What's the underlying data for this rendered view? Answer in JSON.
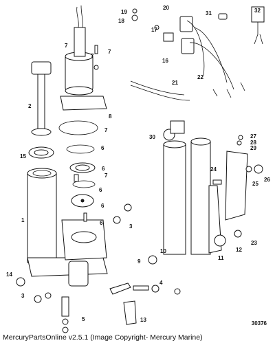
{
  "figure_number": "30376",
  "footer": "MercuryPartsOnline v2.5.1 (Image Copyright- Mercury Marine)",
  "callouts": [
    "1",
    "2",
    "3",
    "3",
    "4",
    "5",
    "6",
    "6",
    "6",
    "6",
    "6",
    "7",
    "7",
    "7",
    "7",
    "7",
    "8",
    "9",
    "10",
    "11",
    "12",
    "13",
    "14",
    "15",
    "16",
    "17",
    "18",
    "19",
    "20",
    "21",
    "22",
    "23",
    "24",
    "25",
    "26",
    "27",
    "28",
    "29",
    "30",
    "31",
    "32"
  ]
}
